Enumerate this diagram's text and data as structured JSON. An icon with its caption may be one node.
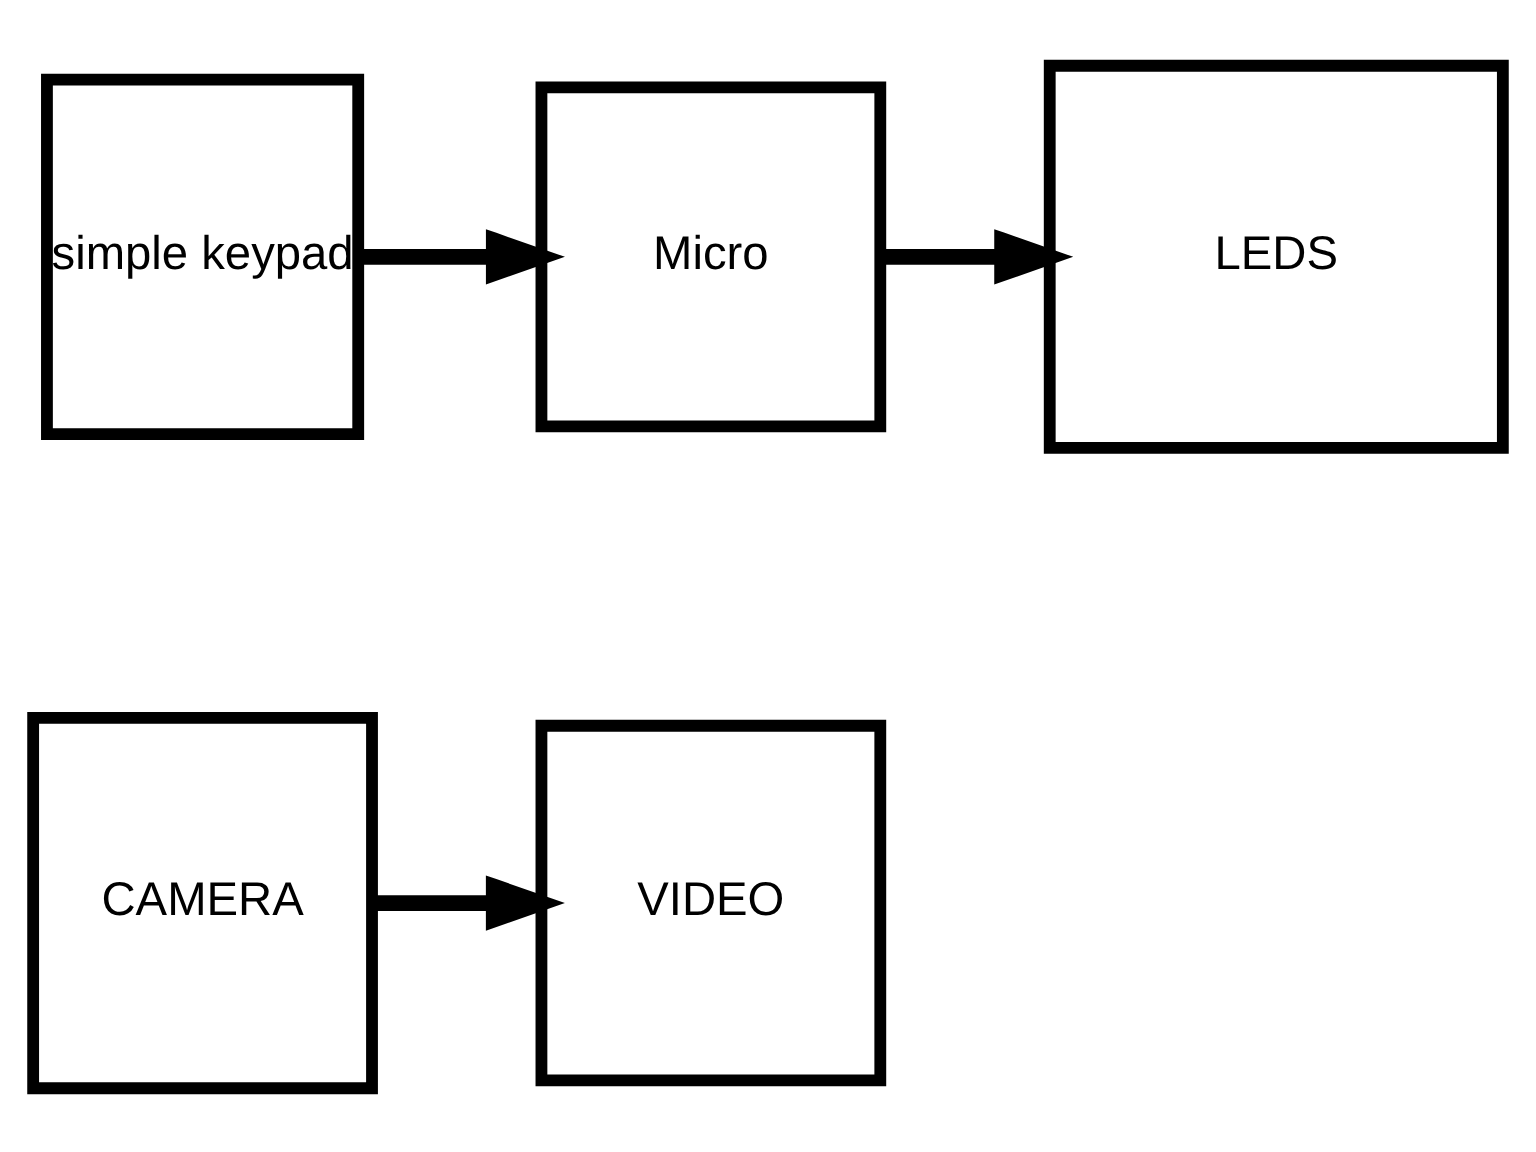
{
  "diagram": {
    "nodes": [
      {
        "text": [
          "CAMERA"
        ]
      },
      {
        "text": [
          "VIDEO"
        ]
      },
      {
        "text": [
          "simple keypad"
        ]
      },
      {
        "text": [
          "Micro"
        ]
      },
      {
        "text": [
          "LEDS"
        ]
      }
    ],
    "edges": [
      {
        "from": 0,
        "to": 1,
        "arrow": "to"
      },
      {
        "from": 2,
        "to": 3,
        "arrow": "to"
      },
      {
        "from": 3,
        "to": 4,
        "arrow": "to"
      }
    ]
  }
}
